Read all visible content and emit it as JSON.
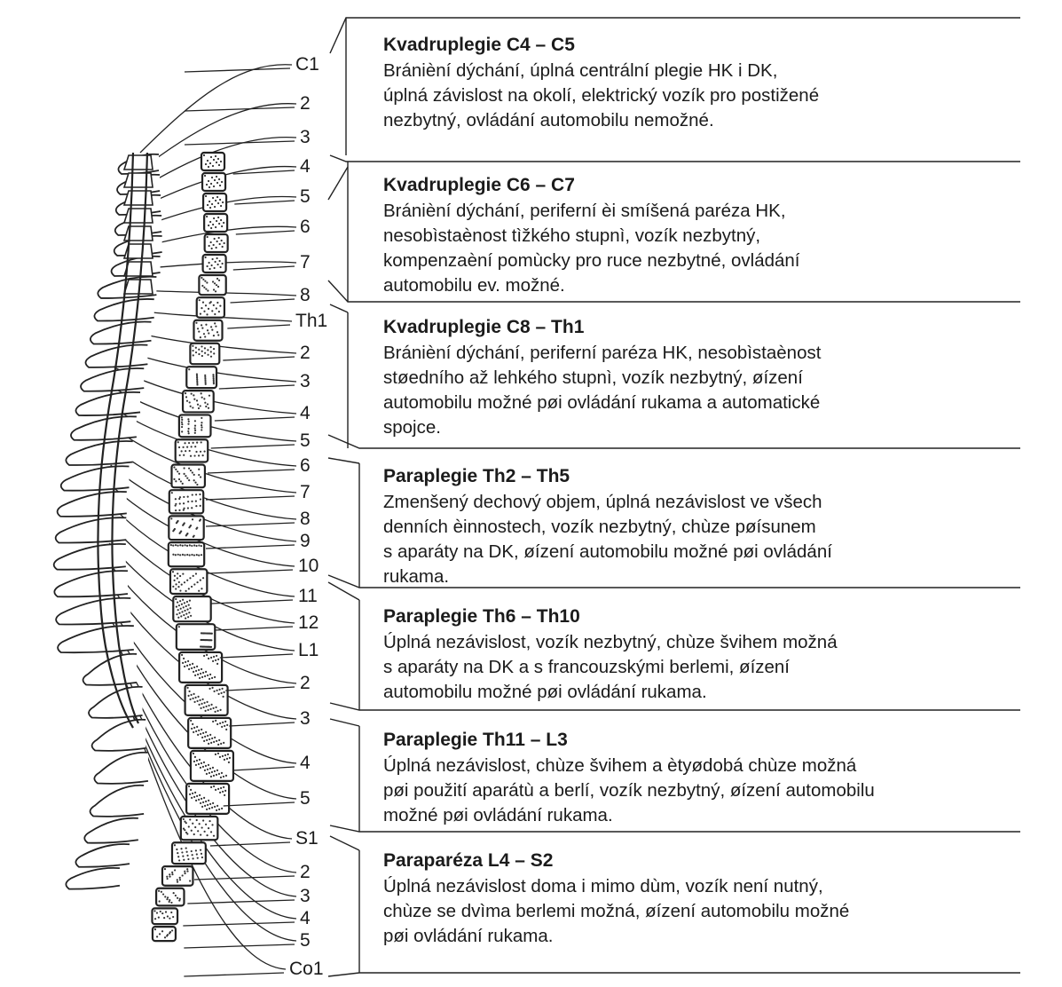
{
  "segment_labels": {
    "cervical": [
      "C1",
      "2",
      "3",
      "4",
      "5",
      "6",
      "7",
      "8"
    ],
    "thoracic": [
      "Th1",
      "2",
      "3",
      "4",
      "5",
      "6",
      "7",
      "8",
      "9",
      "10",
      "11",
      "12"
    ],
    "lumbar": [
      "L1",
      "2",
      "3",
      "4",
      "5"
    ],
    "sacral": [
      "S1",
      "2",
      "3",
      "4",
      "5"
    ],
    "coccygeal": [
      "Co1"
    ]
  },
  "blocks": [
    {
      "title": "Kvadruplegie C4 – C5",
      "lines": [
        "Bránièní dýchání, úplná centrální plegie HK i DK,",
        "úplná závislost na okolí, elektrický vozík pro postižené",
        "nezbytný, ovládání automobilu nemožné."
      ]
    },
    {
      "title": "Kvadruplegie C6 – C7",
      "lines": [
        "Bránièní dýchání, periferní èi smíšená paréza HK,",
        "nesobìstaènost tìžkého stupnì, vozík nezbytný,",
        "kompenzaèní pomùcky pro ruce nezbytné, ovládání",
        "automobilu ev. možné."
      ]
    },
    {
      "title": "Kvadruplegie C8 – Th1",
      "lines": [
        "Bránièní dýchání, periferní paréza HK, nesobìstaènost",
        "støedního až lehkého stupnì, vozík nezbytný, øízení",
        "automobilu možné pøi ovládání rukama a automatické",
        "spojce."
      ]
    },
    {
      "title": "Paraplegie Th2 – Th5",
      "lines": [
        "Zmenšený dechový objem, úplná nezávislost ve všech",
        "denních èinnostech, vozík nezbytný, chùze pøísunem",
        "s aparáty na DK, øízení automobilu možné pøi ovládání",
        "rukama."
      ]
    },
    {
      "title": "Paraplegie Th6 – Th10",
      "lines": [
        "Úplná nezávislost, vozík nezbytný, chùze švihem možná",
        "s aparáty na DK a s francouzskými berlemi, øízení",
        "automobilu možné pøi ovládání rukama."
      ]
    },
    {
      "title": "Paraplegie Th11 – L3",
      "lines": [
        "Úplná nezávislost, chùze švihem a ètyødobá chùze možná",
        "pøi použití aparátù a berlí, vozík nezbytný, øízení automobilu",
        "možné pøi ovládání rukama."
      ]
    },
    {
      "title": "Paraparéza L4 – S2",
      "lines": [
        "Úplná nezávislost doma i mimo dùm, vozík není nutný,",
        "chùze se dvìma berlemi možná, øízení automobilu možné",
        "pøi ovládání rukama."
      ]
    }
  ]
}
